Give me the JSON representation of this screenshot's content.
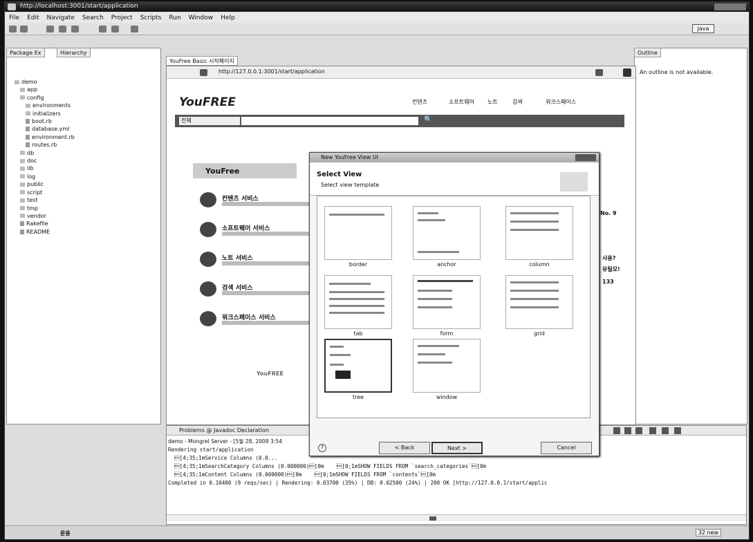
{
  "window": {
    "title": "http://localhost:3001/start/application"
  },
  "menu": [
    "File",
    "Edit",
    "Navigate",
    "Search",
    "Project",
    "Scripts",
    "Run",
    "Window",
    "Help"
  ],
  "perspective": "Java",
  "left_tabs": {
    "package": "Package Ex",
    "hierarchy": "Hierarchy"
  },
  "editor_tab": "YouFree Basic 시작페이지",
  "outline": {
    "tab": "Outline",
    "message": "An outline is not available."
  },
  "tree": [
    {
      "label": "demo",
      "type": "project",
      "indent": 0
    },
    {
      "label": "app",
      "type": "folder",
      "indent": 1
    },
    {
      "label": "config",
      "type": "folder",
      "indent": 1
    },
    {
      "label": "environments",
      "type": "folder",
      "indent": 2
    },
    {
      "label": "initializers",
      "type": "folder",
      "indent": 2
    },
    {
      "label": "boot.rb",
      "type": "file",
      "indent": 2
    },
    {
      "label": "database.yml",
      "type": "file",
      "indent": 2
    },
    {
      "label": "environment.rb",
      "type": "file",
      "indent": 2
    },
    {
      "label": "routes.rb",
      "type": "file",
      "indent": 2
    },
    {
      "label": "db",
      "type": "folder",
      "indent": 1
    },
    {
      "label": "doc",
      "type": "folder",
      "indent": 1
    },
    {
      "label": "lib",
      "type": "folder",
      "indent": 1
    },
    {
      "label": "log",
      "type": "folder",
      "indent": 1
    },
    {
      "label": "public",
      "type": "folder",
      "indent": 1
    },
    {
      "label": "script",
      "type": "folder",
      "indent": 1
    },
    {
      "label": "test",
      "type": "folder",
      "indent": 1
    },
    {
      "label": "tmp",
      "type": "folder",
      "indent": 1
    },
    {
      "label": "vendor",
      "type": "folder",
      "indent": 1
    },
    {
      "label": "Rakefile",
      "type": "file",
      "indent": 1
    },
    {
      "label": "README",
      "type": "file",
      "indent": 1
    }
  ],
  "browser": {
    "url": "http://127.0.0.1:3001/start/application",
    "logo": "YouFREE",
    "nav": [
      "컨텐츠",
      "소프트웨어",
      "노트",
      "검색",
      "워크스페이스"
    ],
    "search_select": "전체",
    "box_title": "YouFree",
    "services": [
      "컨텐츠 서비스",
      "소프트웨어 서비스",
      "노트 서비스",
      "검색 서비스",
      "워크스페이스 서비스"
    ],
    "right_texts": [
      "No. 9",
      "사용?",
      "유틸모!",
      "133"
    ],
    "footer_text": "YouFREE"
  },
  "dialog": {
    "title": "New YouFree View UI",
    "heading": "Select View",
    "subheading": "Select view template",
    "templates": [
      "border",
      "anchor",
      "column",
      "tab",
      "form",
      "grid",
      "tree",
      "window"
    ],
    "back": "< Back",
    "next": "Next >",
    "cancel": "Cancel",
    "help": "?"
  },
  "console": {
    "tabs": "Problems  @ Javadoc  Declaration",
    "header": "demo - Mongrel Server - [5월 28, 2009 3:54",
    "lines": [
      "Rendering start/application",
      "  \u001b[4;35;1mService Columns (0.0...",
      "  \u001b[4;35;1mSearchCategory Columns (0.000000)\u001b[0m    \u001b[0;1mSHOW FIELDS FROM `search_categories`\u001b[0m",
      "  \u001b[4;35;1mContent Columns (0.000000)\u001b[0m    \u001b[0;1mSHOW FIELDS FROM `contents`\u001b[0m",
      "Completed in 0.10400 (9 reqs/sec) | Rendering: 0.03700 (35%) | DB: 0.02500 (24%) | 200 OK [http://127.0.0.1/start/applic"
    ]
  },
  "status": {
    "left": "운용",
    "memory": "32 new"
  }
}
